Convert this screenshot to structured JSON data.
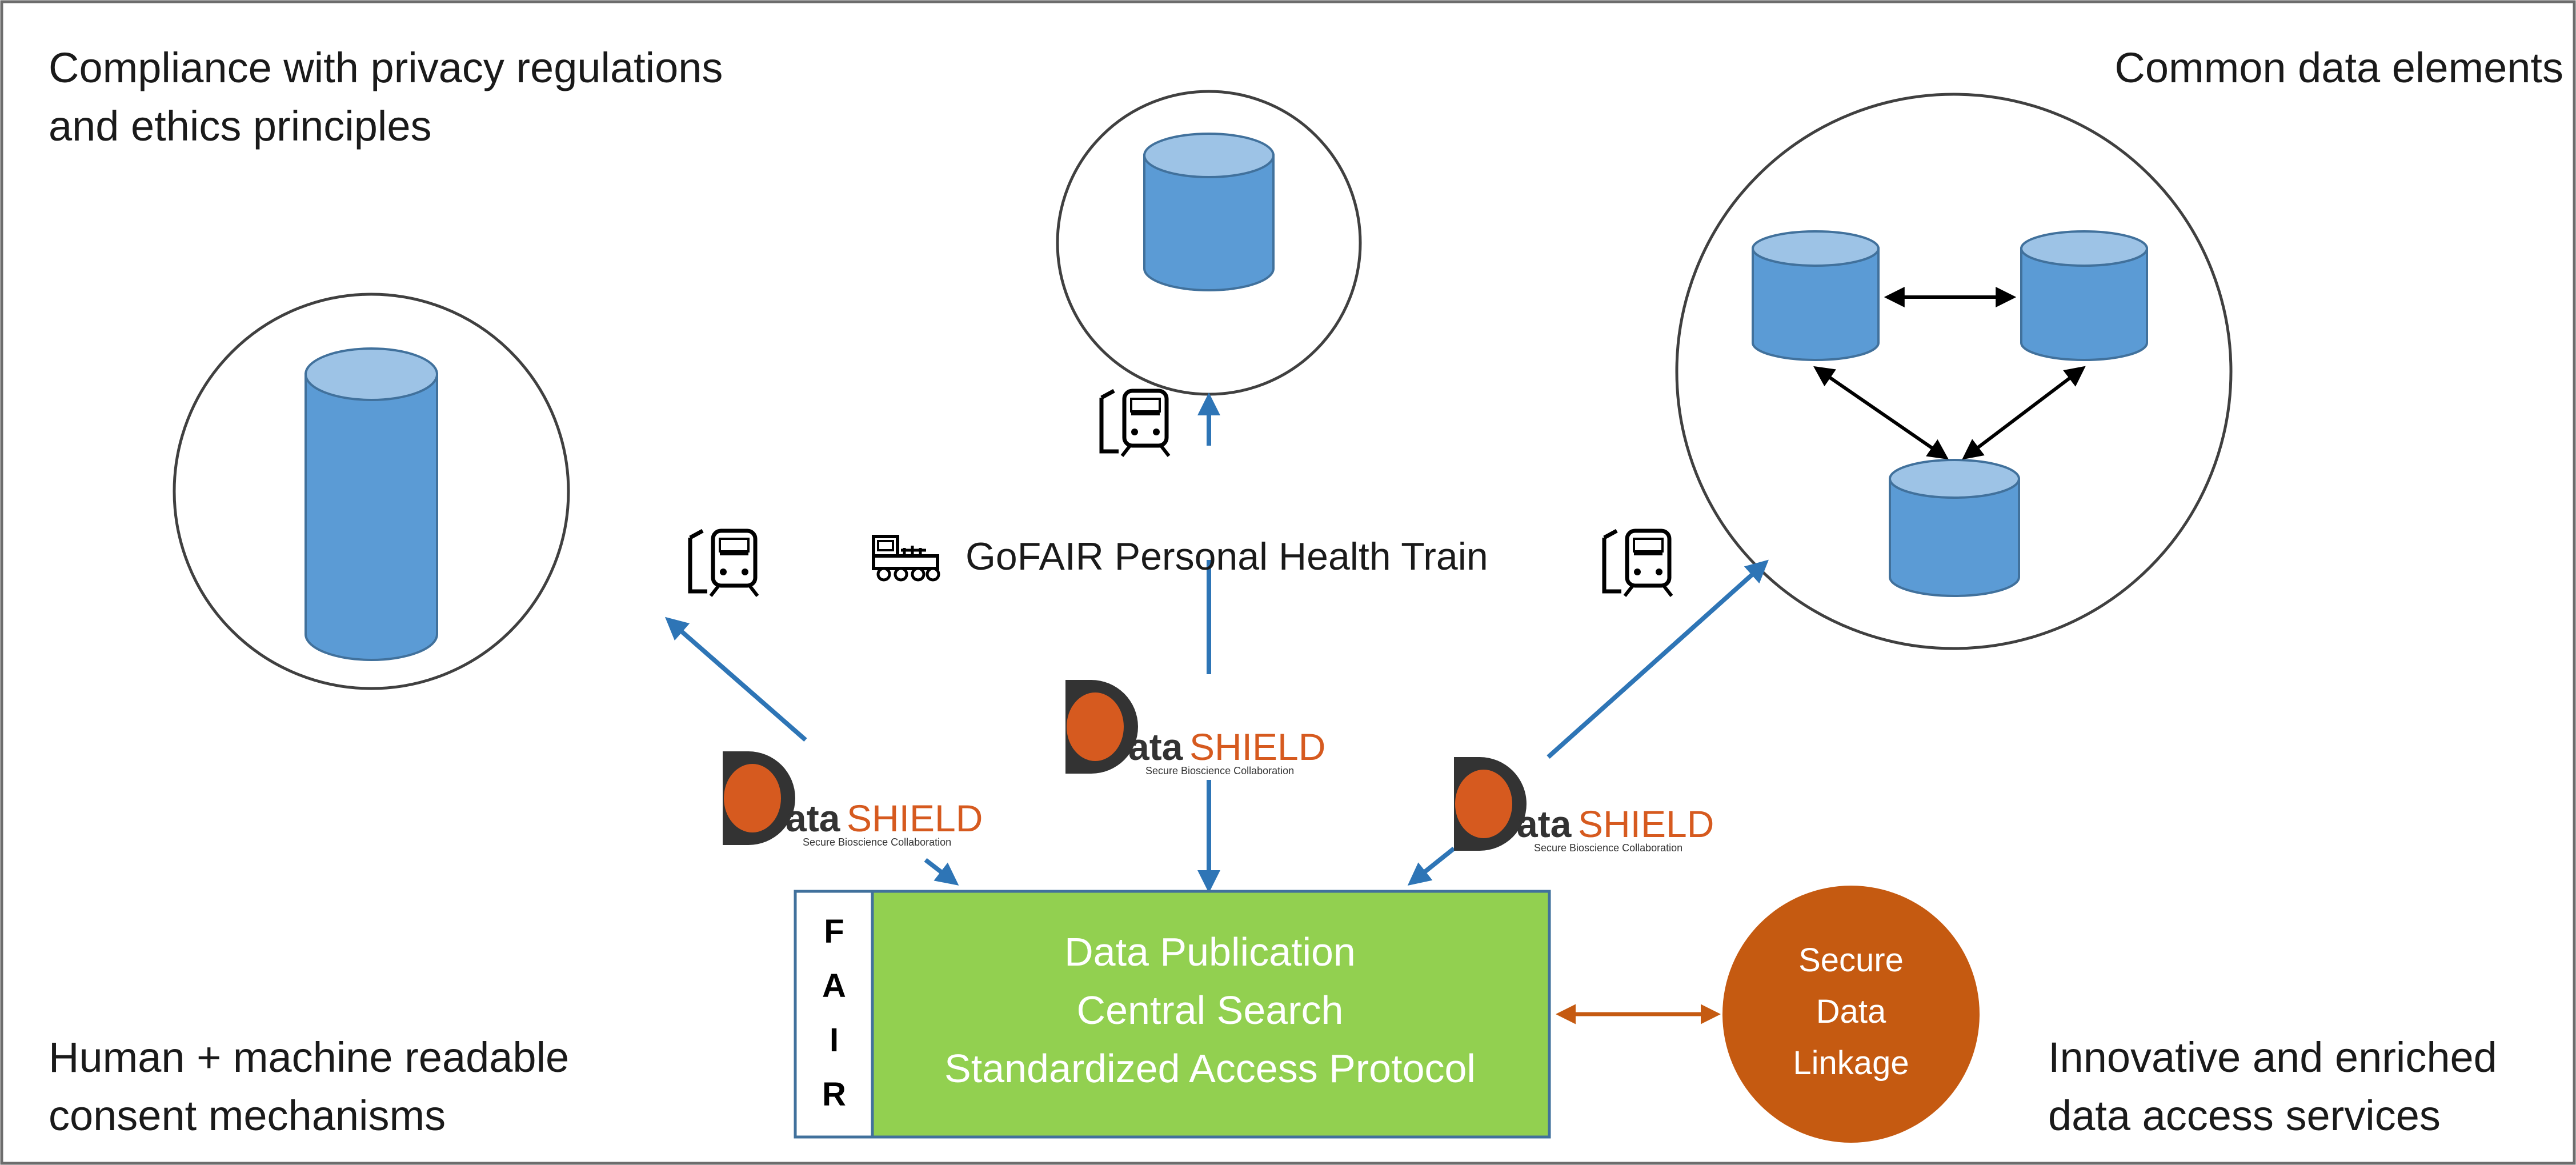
{
  "corners": {
    "top_left": [
      "Compliance with privacy regulations",
      "and ethics principles"
    ],
    "top_right": [
      "Common data elements"
    ],
    "bottom_left": [
      "Human + machine readable",
      "consent mechanisms"
    ],
    "bottom_right": [
      "Innovative and enriched",
      "data access services"
    ]
  },
  "center_caption": "GoFAIR Personal Health Train",
  "datashield_logo": {
    "brand_prefix": "D",
    "brand_middle": "ata",
    "brand_suffix": "SHIELD",
    "tagline": "Secure Bioscience Collaboration"
  },
  "fair_box": {
    "letters": [
      "F",
      "A",
      "I",
      "R"
    ],
    "lines": [
      "Data Publication",
      "Central Search",
      "Standardized Access Protocol"
    ]
  },
  "linkage_circle": {
    "lines": [
      "Secure",
      "Data",
      "Linkage"
    ]
  },
  "colors": {
    "cylinder_fill": "#5b9bd5",
    "cylinder_top": "#9dc3e6",
    "blue_arrow": "#2e75b6",
    "orange_arrow": "#c55a11",
    "green_box": "#92d050",
    "orange_circle": "#c55a11",
    "logo_orange": "#d65a1f"
  },
  "icons": [
    "train-station-icon",
    "locomotive-icon",
    "datashield-logo"
  ]
}
